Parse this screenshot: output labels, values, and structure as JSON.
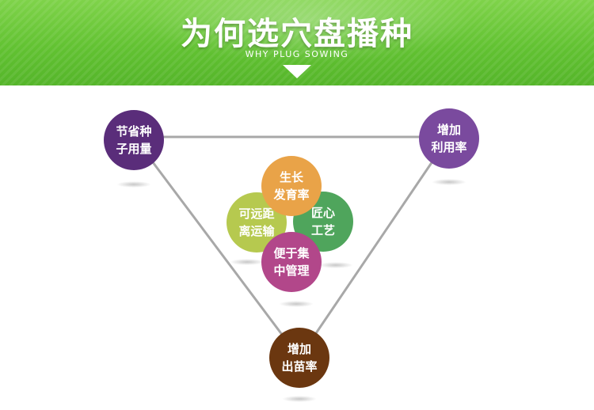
{
  "header": {
    "title": "为何选穴盘播种",
    "subtitle": "WHY PLUG SOWING"
  },
  "colors": {
    "banner_green": "#62c232",
    "purple_dark": "#5a2d7a",
    "purple": "#7a4a9e",
    "brown": "#6b3710",
    "orange": "#e9a348",
    "lime": "#b6c94f",
    "green": "#4fa55c",
    "magenta": "#b2478a",
    "line_gray": "#a8a8a8"
  },
  "triangle_nodes": {
    "top_left": {
      "line1": "节省种",
      "line2": "子用量"
    },
    "top_right": {
      "line1": "增加",
      "line2": "利用率"
    },
    "bottom": {
      "line1": "增加",
      "line2": "出苗率"
    }
  },
  "center_nodes": {
    "top": {
      "line1": "生长",
      "line2": "发育率"
    },
    "left": {
      "line1": "可远距",
      "line2": "离运输"
    },
    "right": {
      "line1": "匠心",
      "line2": "工艺"
    },
    "bottom": {
      "line1": "便于集",
      "line2": "中管理"
    }
  }
}
